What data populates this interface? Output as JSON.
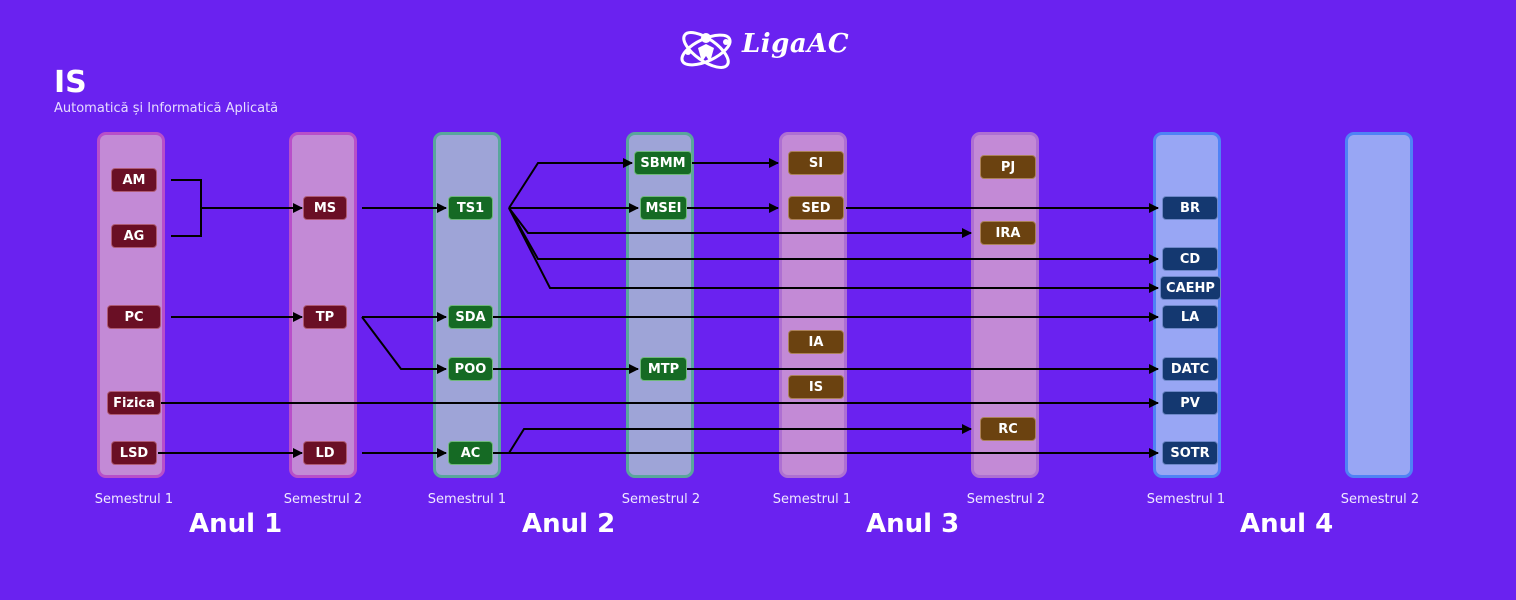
{
  "header": {
    "logo_text": "LigaAC",
    "title": "IS",
    "subtitle": "Automatică și Informatică Aplicată"
  },
  "semesters": [
    "Semestrul 1",
    "Semestrul 2",
    "Semestrul 1",
    "Semestrul 2",
    "Semestrul 1",
    "Semestrul 2",
    "Semestrul 1",
    "Semestrul 2"
  ],
  "years": [
    "Anul 1",
    "Anul 2",
    "Anul 3",
    "Anul 4"
  ],
  "colors": {
    "background": "#6a22f0",
    "year1_box": "#6a0f25",
    "year2_box": "#156a24",
    "year3_box": "#6b4210",
    "year4_box": "#143870",
    "arrow": "#000000"
  },
  "courses": {
    "AM": "AM",
    "AG": "AG",
    "PC": "PC",
    "Fizica": "Fizica",
    "LSD": "LSD",
    "MS": "MS",
    "TP": "TP",
    "LD": "LD",
    "TS1": "TS1",
    "SDA": "SDA",
    "POO": "POO",
    "AC": "AC",
    "SBMM": "SBMM",
    "MSEI": "MSEI",
    "MTP": "MTP",
    "SI": "SI",
    "SED": "SED",
    "IA": "IA",
    "IS": "IS",
    "PJ": "PJ",
    "IRA": "IRA",
    "RC": "RC",
    "BR": "BR",
    "CD": "CD",
    "CAEHP": "CAEHP",
    "LA": "LA",
    "DATC": "DATC",
    "PV": "PV",
    "SOTR": "SOTR"
  },
  "dependencies": [
    [
      "AM",
      "MS"
    ],
    [
      "AG",
      "MS"
    ],
    [
      "MS",
      "TS1"
    ],
    [
      "PC",
      "TP"
    ],
    [
      "TP",
      "SDA"
    ],
    [
      "TP",
      "POO"
    ],
    [
      "Fizica",
      "PV"
    ],
    [
      "LSD",
      "LD"
    ],
    [
      "LD",
      "AC"
    ],
    [
      "TS1",
      "SBMM"
    ],
    [
      "TS1",
      "MSEI"
    ],
    [
      "TS1",
      "IRA"
    ],
    [
      "TS1",
      "CD"
    ],
    [
      "TS1",
      "CAEHP"
    ],
    [
      "SBMM",
      "SI"
    ],
    [
      "MSEI",
      "SED"
    ],
    [
      "SED",
      "BR"
    ],
    [
      "SDA",
      "LA"
    ],
    [
      "POO",
      "MTP"
    ],
    [
      "MTP",
      "DATC"
    ],
    [
      "AC",
      "RC"
    ],
    [
      "AC",
      "SOTR"
    ]
  ]
}
